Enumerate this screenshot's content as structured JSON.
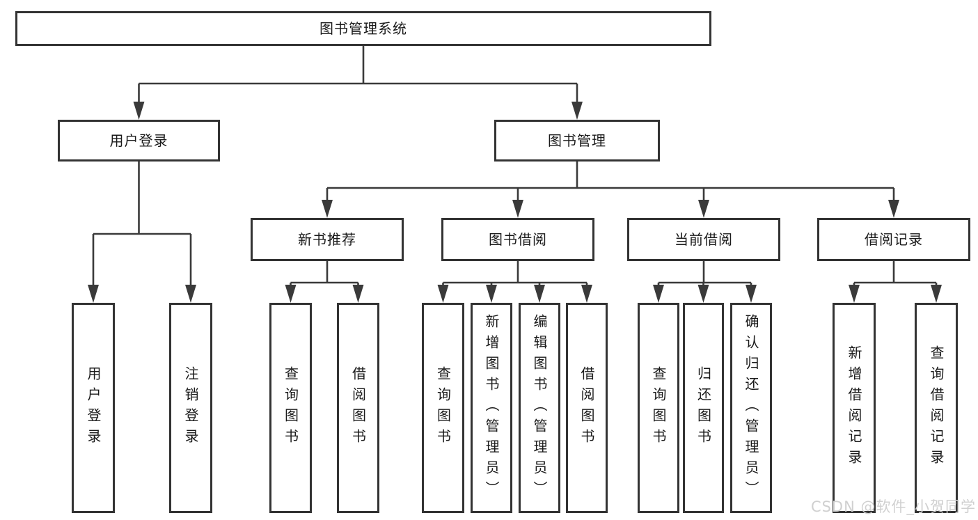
{
  "diagram": {
    "title": "图书管理系统",
    "type": "tree",
    "nodes": [
      {
        "id": "root",
        "label": "图书管理系统",
        "parent": null,
        "orientation": "horizontal"
      },
      {
        "id": "user-login",
        "label": "用户登录",
        "parent": "root",
        "orientation": "horizontal"
      },
      {
        "id": "book-mgmt",
        "label": "图书管理",
        "parent": "root",
        "orientation": "horizontal"
      },
      {
        "id": "new-book-rec",
        "label": "新书推荐",
        "parent": "book-mgmt",
        "orientation": "horizontal"
      },
      {
        "id": "book-borrow",
        "label": "图书借阅",
        "parent": "book-mgmt",
        "orientation": "horizontal"
      },
      {
        "id": "current-borrow",
        "label": "当前借阅",
        "parent": "book-mgmt",
        "orientation": "horizontal"
      },
      {
        "id": "borrow-records",
        "label": "借阅记录",
        "parent": "book-mgmt",
        "orientation": "horizontal"
      },
      {
        "id": "leaf-user-login",
        "label": "用户登录",
        "parent": "user-login",
        "orientation": "vertical"
      },
      {
        "id": "leaf-logout",
        "label": "注销登录",
        "parent": "user-login",
        "orientation": "vertical"
      },
      {
        "id": "rec-query-books",
        "label": "查询图书",
        "parent": "new-book-rec",
        "orientation": "vertical"
      },
      {
        "id": "rec-borrow-books",
        "label": "借阅图书",
        "parent": "new-book-rec",
        "orientation": "vertical"
      },
      {
        "id": "bb-query-books",
        "label": "查询图书",
        "parent": "book-borrow",
        "orientation": "vertical"
      },
      {
        "id": "bb-add-books",
        "label": "新增图书（管理员）",
        "parent": "book-borrow",
        "orientation": "vertical"
      },
      {
        "id": "bb-edit-books",
        "label": "编辑图书（管理员）",
        "parent": "book-borrow",
        "orientation": "vertical"
      },
      {
        "id": "bb-borrow-books",
        "label": "借阅图书",
        "parent": "book-borrow",
        "orientation": "vertical"
      },
      {
        "id": "cb-query-books",
        "label": "查询图书",
        "parent": "current-borrow",
        "orientation": "vertical"
      },
      {
        "id": "cb-return-books",
        "label": "归还图书",
        "parent": "current-borrow",
        "orientation": "vertical"
      },
      {
        "id": "cb-confirm-return",
        "label": "确认归还（管理员）",
        "parent": "current-borrow",
        "orientation": "vertical"
      },
      {
        "id": "br-add-record",
        "label": "新增借阅记录",
        "parent": "borrow-records",
        "orientation": "vertical"
      },
      {
        "id": "br-query-record",
        "label": "查询借阅记录",
        "parent": "borrow-records",
        "orientation": "vertical"
      }
    ]
  },
  "watermark": {
    "text": "CSDN @软件_小贺同学"
  },
  "colors": {
    "line": "#3a3a3a",
    "box_border": "#333333",
    "text": "#1a1a1a",
    "background": "#ffffff",
    "watermark": "#d0d0d0"
  }
}
